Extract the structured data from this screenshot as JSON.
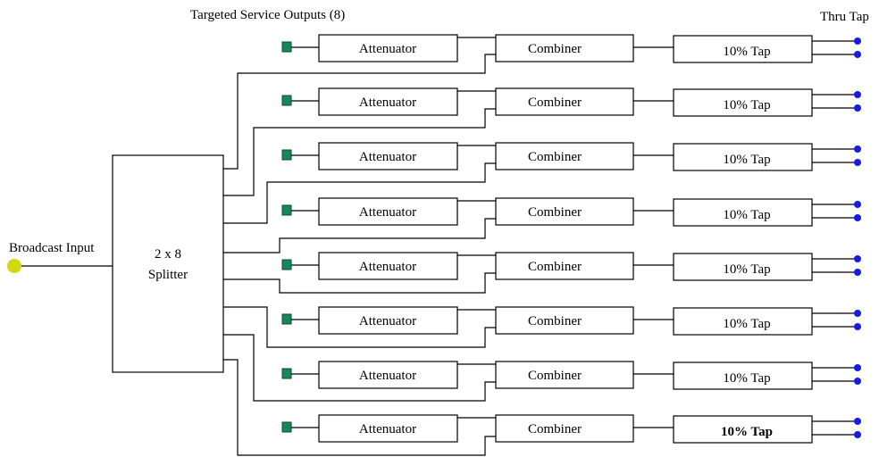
{
  "header": {
    "targeted_label": "Targeted Service Outputs (8)",
    "thru_label": "Thru Tap"
  },
  "input": {
    "label": "Broadcast Input",
    "port_color": "#d4d90f"
  },
  "splitter": {
    "line1": "2 x 8",
    "line2": "Splitter"
  },
  "channels": [
    {
      "attenuator": "Attenuator",
      "combiner": "Combiner",
      "tap": "10% Tap",
      "tap_bold": false
    },
    {
      "attenuator": "Attenuator",
      "combiner": "Combiner",
      "tap": "10% Tap",
      "tap_bold": false
    },
    {
      "attenuator": "Attenuator",
      "combiner": "Combiner",
      "tap": "10% Tap",
      "tap_bold": false
    },
    {
      "attenuator": "Attenuator",
      "combiner": "Combiner",
      "tap": "10% Tap",
      "tap_bold": false
    },
    {
      "attenuator": "Attenuator",
      "combiner": "Combiner",
      "tap": "10% Tap",
      "tap_bold": false
    },
    {
      "attenuator": "Attenuator",
      "combiner": "Combiner",
      "tap": "10% Tap",
      "tap_bold": false
    },
    {
      "attenuator": "Attenuator",
      "combiner": "Combiner",
      "tap": "10% Tap",
      "tap_bold": false
    },
    {
      "attenuator": "Attenuator",
      "combiner": "Combiner",
      "tap": "10% Tap",
      "tap_bold": true
    }
  ],
  "colors": {
    "targeted_port": "#17875a",
    "output_port": "#1a1ae6",
    "line": "#000000"
  }
}
